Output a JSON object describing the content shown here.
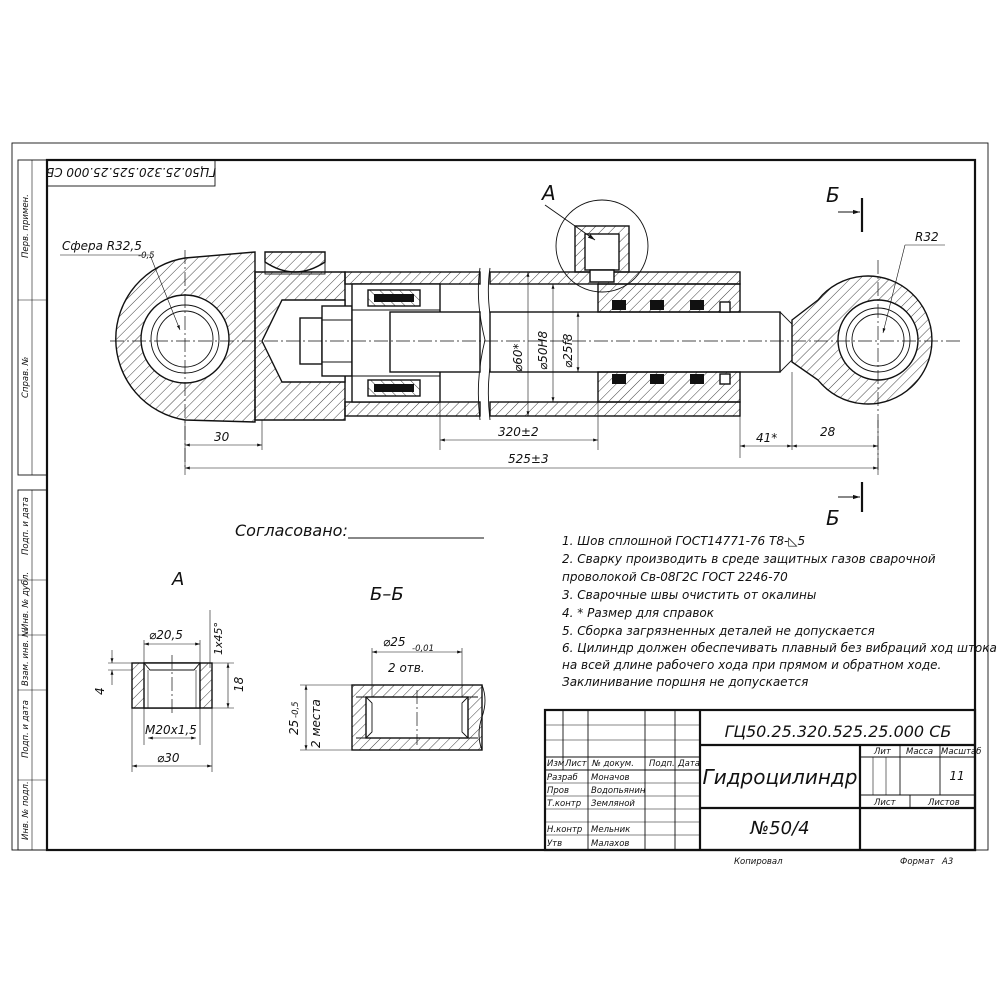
{
  "drawing": {
    "designation": "ГЦ50.25.320.525.25.000 СБ",
    "designation_mirrored": "ГЦ50.25.320.525.25.000 СБ",
    "title": "Гидроцилиндр",
    "number": "№50/4",
    "scale": "11",
    "format_label": "Формат",
    "format_value": "А3",
    "copied_label": "Копировал"
  },
  "side_strip": [
    "Перв. примен.",
    "Справ. №",
    "Подп. и дата",
    "Инв. № дубл.",
    "Взам. инв. №",
    "Подп. и дата",
    "Инв. № подл."
  ],
  "stamp": {
    "header_cols": [
      "Изм",
      "Лист",
      "№ докум.",
      "Подп.",
      "Дата"
    ],
    "right_headers": [
      "Лит",
      "Масса",
      "Масштаб"
    ],
    "sheet_label": "Лист",
    "sheets_label": "Листов",
    "roles": [
      {
        "role": "Разраб",
        "name": "Моначов"
      },
      {
        "role": "Пров",
        "name": "Водопьянин"
      },
      {
        "role": "Т.контр",
        "name": "Земляной"
      },
      {
        "role": "",
        "name": ""
      },
      {
        "role": "Н.контр",
        "name": "Мельник"
      },
      {
        "role": "Утв",
        "name": "Малахов"
      }
    ]
  },
  "views": {
    "section_a_label": "А",
    "section_bb_top": "Б",
    "section_bb_bottom": "Б",
    "view_a_title": "А",
    "view_bb_title": "Б–Б"
  },
  "dimensions": {
    "sphere": "Сфера R32,5",
    "sphere_tol": "-0,5",
    "r32": "R32",
    "d60": "⌀60*",
    "d50": "⌀50H8",
    "d25": "⌀25f8",
    "d30": "30",
    "d320": "320±2",
    "d525": "525±3",
    "d41": "41*",
    "d28": "28",
    "a_d205": "⌀20,5",
    "a_chamfer": "1х45°",
    "a_4": "4",
    "a_18": "18",
    "a_thread": "М20х1,5",
    "a_d30": "⌀30",
    "bb_d25": "⌀25",
    "bb_d25_tol": "-0,01",
    "bb_holes": "2 отв.",
    "bb_25": "25",
    "bb_25_tol": "-0,5",
    "bb_places": "2 места"
  },
  "approval": {
    "label": "Согласовано:"
  },
  "notes": [
    "1. Шов сплошной  ГОСТ14771-76 Т8-◺5",
    "2. Сварку  производить  в  среде  защитных  газов  сварочной",
    "проволокой  Св-08Г2С   ГОСТ 2246-70",
    "3. Сварочные швы очистить от окалины",
    "4.  * Размер для справок",
    "5. Сборка загрязненных деталей не допускается",
    "6. Цилиндр должен обеспечивать плавный без вибраций ход штока",
    "на  всей   длине  рабочего  хода  при  прямом  и  обратном  ходе.",
    "Заклинивание поршня не допускается"
  ]
}
